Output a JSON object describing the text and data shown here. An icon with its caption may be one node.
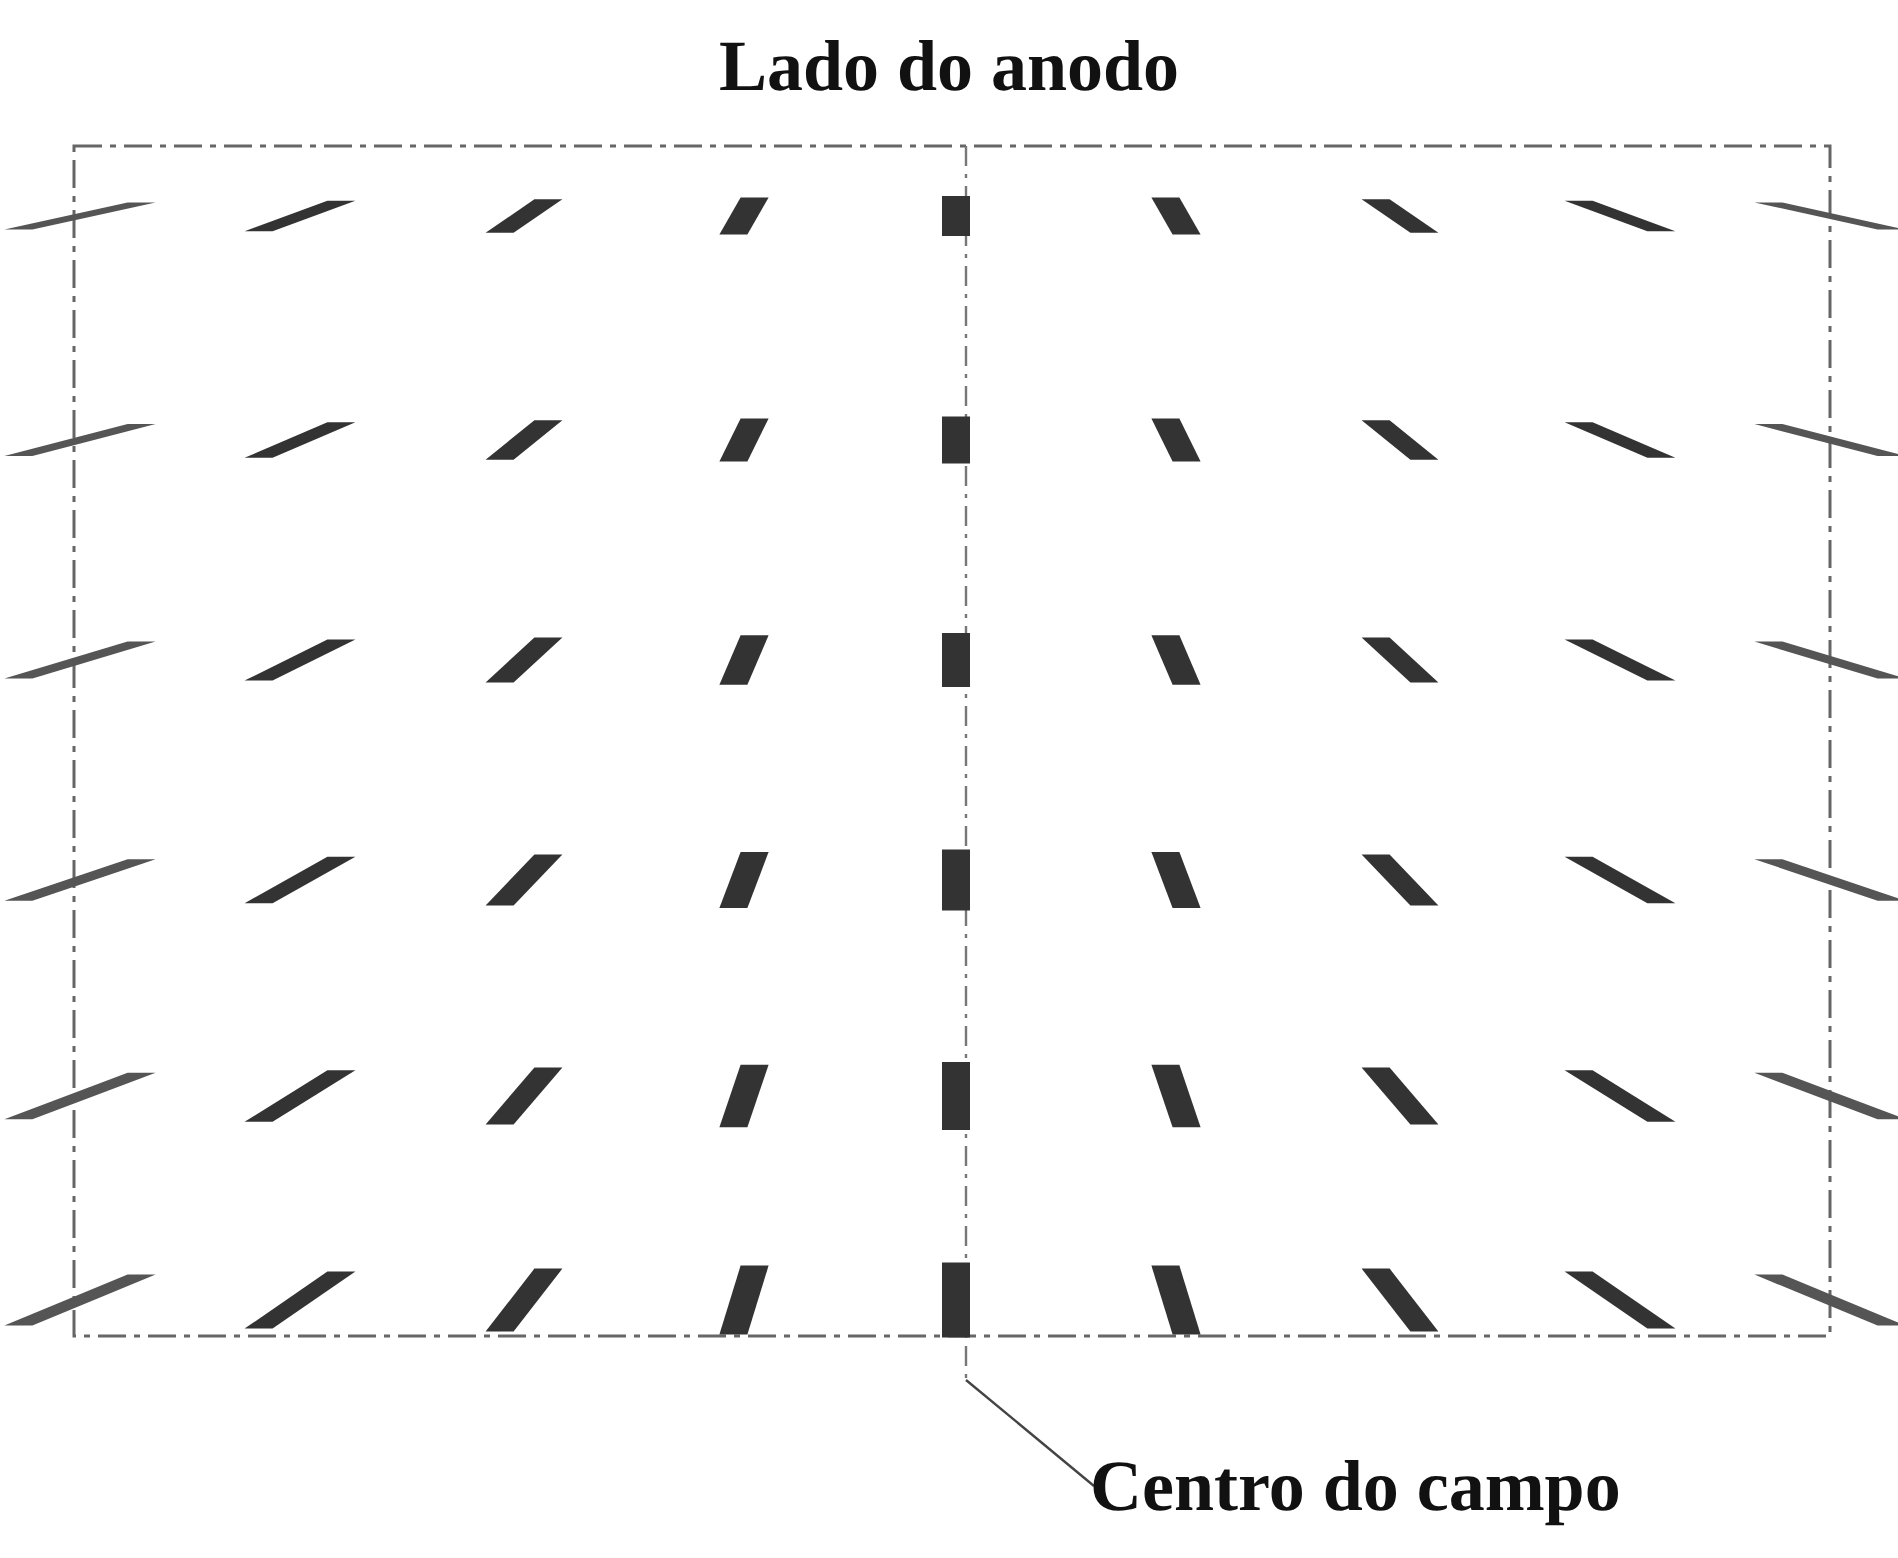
{
  "diagram": {
    "title": "Lado do anodo",
    "nodes": [
      {
        "text": [
          "Centro do campo"
        ]
      },
      {
        "text": [],
        "shape": "line"
      }
    ],
    "edges": [
      {
        "from": 0,
        "to": 1,
        "arrow": "none"
      }
    ]
  }
}
